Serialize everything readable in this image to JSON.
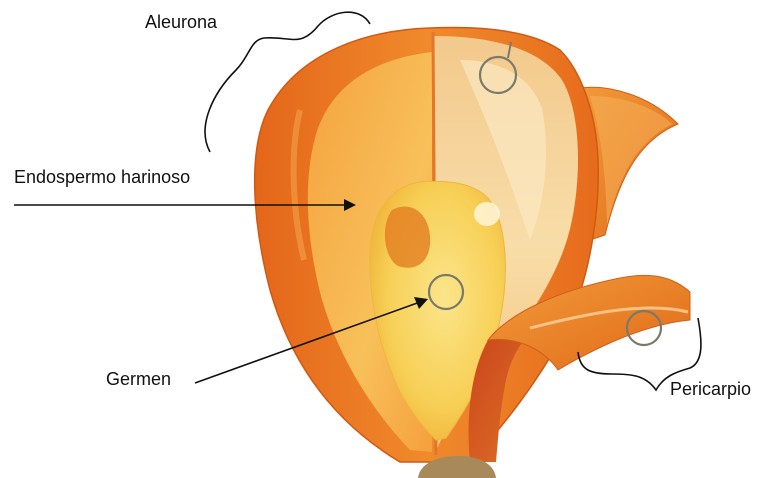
{
  "labels": {
    "aleurona": "Aleurona",
    "endospermo": "Endospermo harinoso",
    "germen": "Germen",
    "pericarpio": "Pericarpio"
  },
  "colors": {
    "outer_shell": "#e8741e",
    "shell_dark": "#d4580f",
    "left_inner": "#f7b24a",
    "right_inner": "#f6d49a",
    "right_pale": "#fbe6b8",
    "germ_outer": "#f9d46a",
    "germ_inner": "#f2c13e",
    "germ_spot": "#e2741a",
    "pericarp_flap": "#ef8a2a",
    "tip_cap": "#a8895a",
    "label_text": "#111111",
    "leader_line": "#111111",
    "ring": "#7a7a6a"
  }
}
